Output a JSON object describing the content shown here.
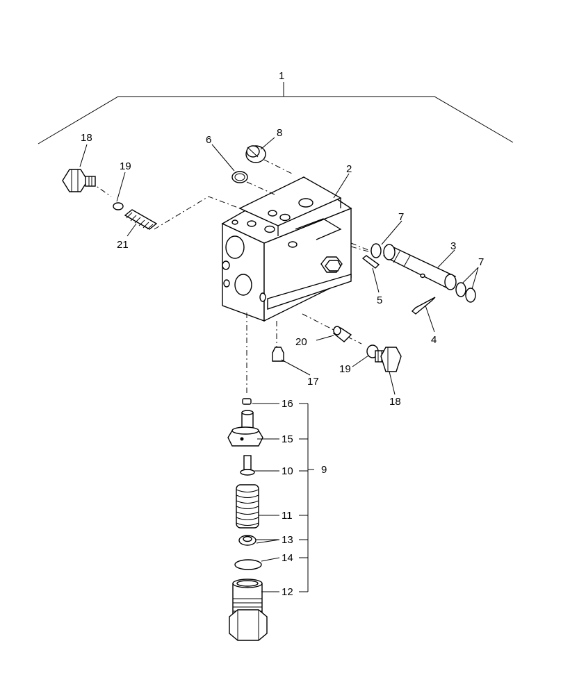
{
  "callouts": {
    "c1": "1",
    "c2": "2",
    "c3": "3",
    "c4": "4",
    "c5": "5",
    "c6": "6",
    "c7a": "7",
    "c7b": "7",
    "c8": "8",
    "c9": "9",
    "c10": "10",
    "c11": "11",
    "c12": "12",
    "c13": "13",
    "c14": "14",
    "c15": "15",
    "c16": "16",
    "c17": "17",
    "c18a": "18",
    "c18b": "18",
    "c19a": "19",
    "c19b": "19",
    "c20": "20",
    "c21": "21"
  }
}
